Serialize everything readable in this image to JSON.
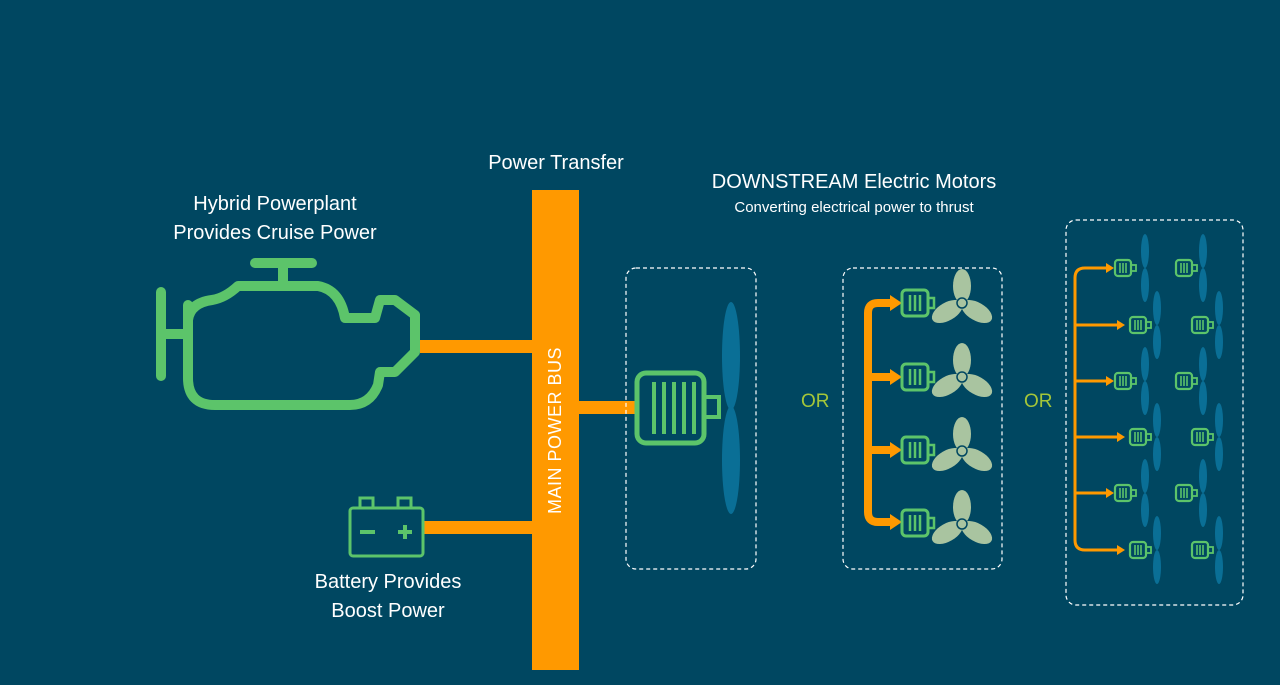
{
  "labels": {
    "power_transfer": "Power Transfer",
    "downstream_title": "DOWNSTREAM Electric Motors",
    "downstream_subtitle": "Converting electrical power to thrust",
    "powerplant_line1": "Hybrid Powerplant",
    "powerplant_line2": "Provides Cruise Power",
    "battery_line1": "Battery Provides",
    "battery_line2": "Boost Power",
    "main_bus": "MAIN POWER BUS",
    "or_1": "OR",
    "or_2": "OR"
  },
  "colors": {
    "background": "#004761",
    "bus": "#ff9900",
    "icon_green": "#5cc46a",
    "propeller_blue": "#0a6f96",
    "propeller_light": "#a9c4a0",
    "dashed_box": "#ffffff",
    "or_text": "#a4c639"
  },
  "icons": {
    "engine": "engine-icon",
    "battery": "battery-icon",
    "motor": "electric-motor-icon",
    "propeller": "propeller-icon"
  }
}
